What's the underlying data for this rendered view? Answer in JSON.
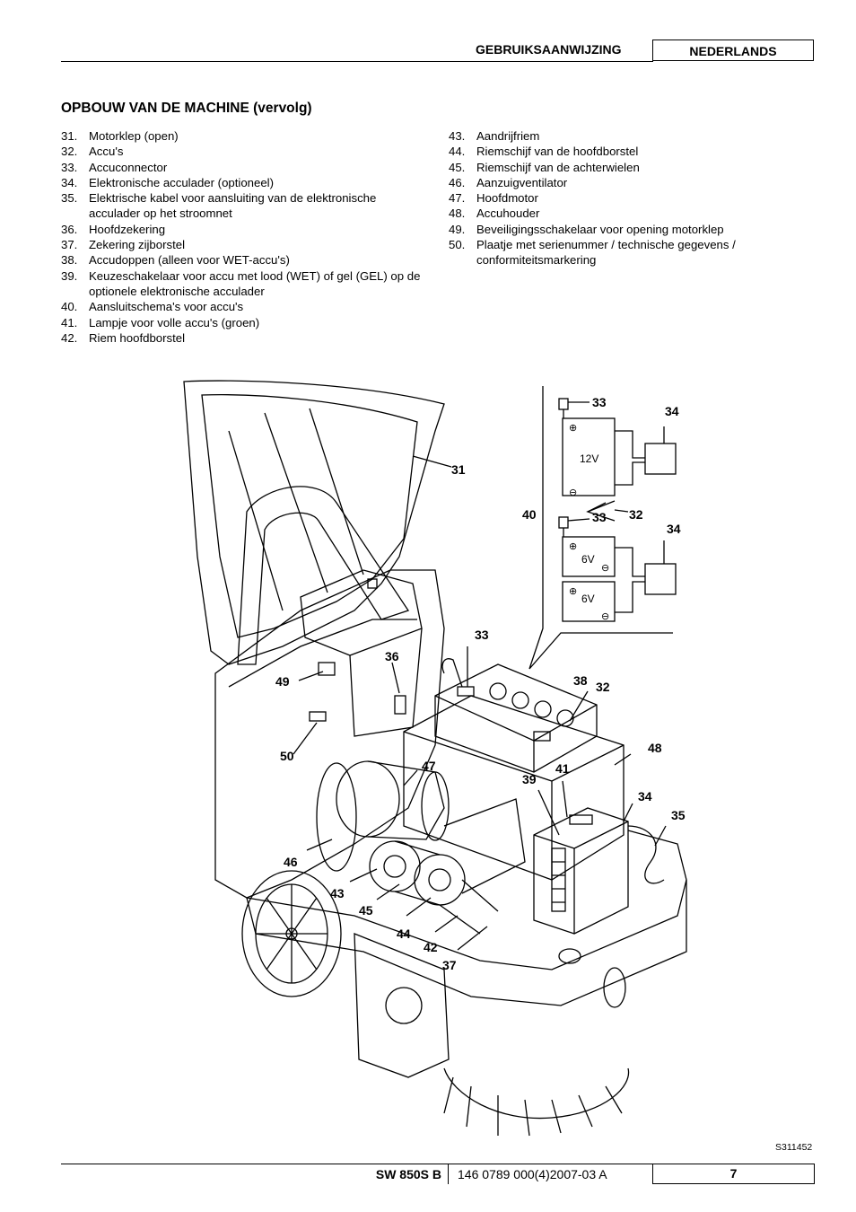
{
  "header": {
    "title": "GEBRUIKSAANWIJZING",
    "language": "NEDERLANDS"
  },
  "section_title": "OPBOUW VAN DE MACHINE (vervolg)",
  "items_left": [
    {
      "num": "31.",
      "text": "Motorklep (open)"
    },
    {
      "num": "32.",
      "text": "Accu's"
    },
    {
      "num": "33.",
      "text": "Accuconnector"
    },
    {
      "num": "34.",
      "text": "Elektronische acculader (optioneel)"
    },
    {
      "num": "35.",
      "text": "Elektrische kabel voor aansluiting van de elektronische acculader op het stroomnet"
    },
    {
      "num": "36.",
      "text": "Hoofdzekering"
    },
    {
      "num": "37.",
      "text": "Zekering zijborstel"
    },
    {
      "num": "38.",
      "text": "Accudoppen (alleen voor WET-accu's)"
    },
    {
      "num": "39.",
      "text": "Keuzeschakelaar voor accu met lood (WET) of gel (GEL) op de optionele elektronische acculader"
    },
    {
      "num": "40.",
      "text": "Aansluitschema's voor accu's"
    },
    {
      "num": "41.",
      "text": "Lampje voor volle accu's (groen)"
    },
    {
      "num": "42.",
      "text": "Riem hoofdborstel"
    }
  ],
  "items_right": [
    {
      "num": "43.",
      "text": "Aandrijfriem"
    },
    {
      "num": "44.",
      "text": "Riemschijf van de hoofdborstel"
    },
    {
      "num": "45.",
      "text": "Riemschijf van de achterwielen"
    },
    {
      "num": "46.",
      "text": "Aanzuigventilator"
    },
    {
      "num": "47.",
      "text": "Hoofdmotor"
    },
    {
      "num": "48.",
      "text": "Accuhouder"
    },
    {
      "num": "49.",
      "text": "Beveiligingsschakelaar voor opening motorklep"
    },
    {
      "num": "50.",
      "text": "Plaatje met serienummer / technische gegevens / conformiteitsmarkering"
    }
  ],
  "figure": {
    "callouts": {
      "c31": "31",
      "c32a": "32",
      "c32b": "32",
      "c33a": "33",
      "c33b": "33",
      "c33c": "33",
      "c34a": "34",
      "c34b": "34",
      "c34c": "34",
      "c35": "35",
      "c36": "36",
      "c37": "37",
      "c38": "38",
      "c39": "39",
      "c40": "40",
      "c41": "41",
      "c42": "42",
      "c43": "43",
      "c44": "44",
      "c45": "45",
      "c46": "46",
      "c47": "47",
      "c48": "48",
      "c49": "49",
      "c50": "50"
    },
    "battery_labels": {
      "b12v": "12V",
      "b6v1": "6V",
      "b6v2": "6V"
    },
    "code": "S311452"
  },
  "footer": {
    "model": "SW 850S B",
    "doc_number": "146 0789 000(4)2007-03 A",
    "page": "7"
  }
}
